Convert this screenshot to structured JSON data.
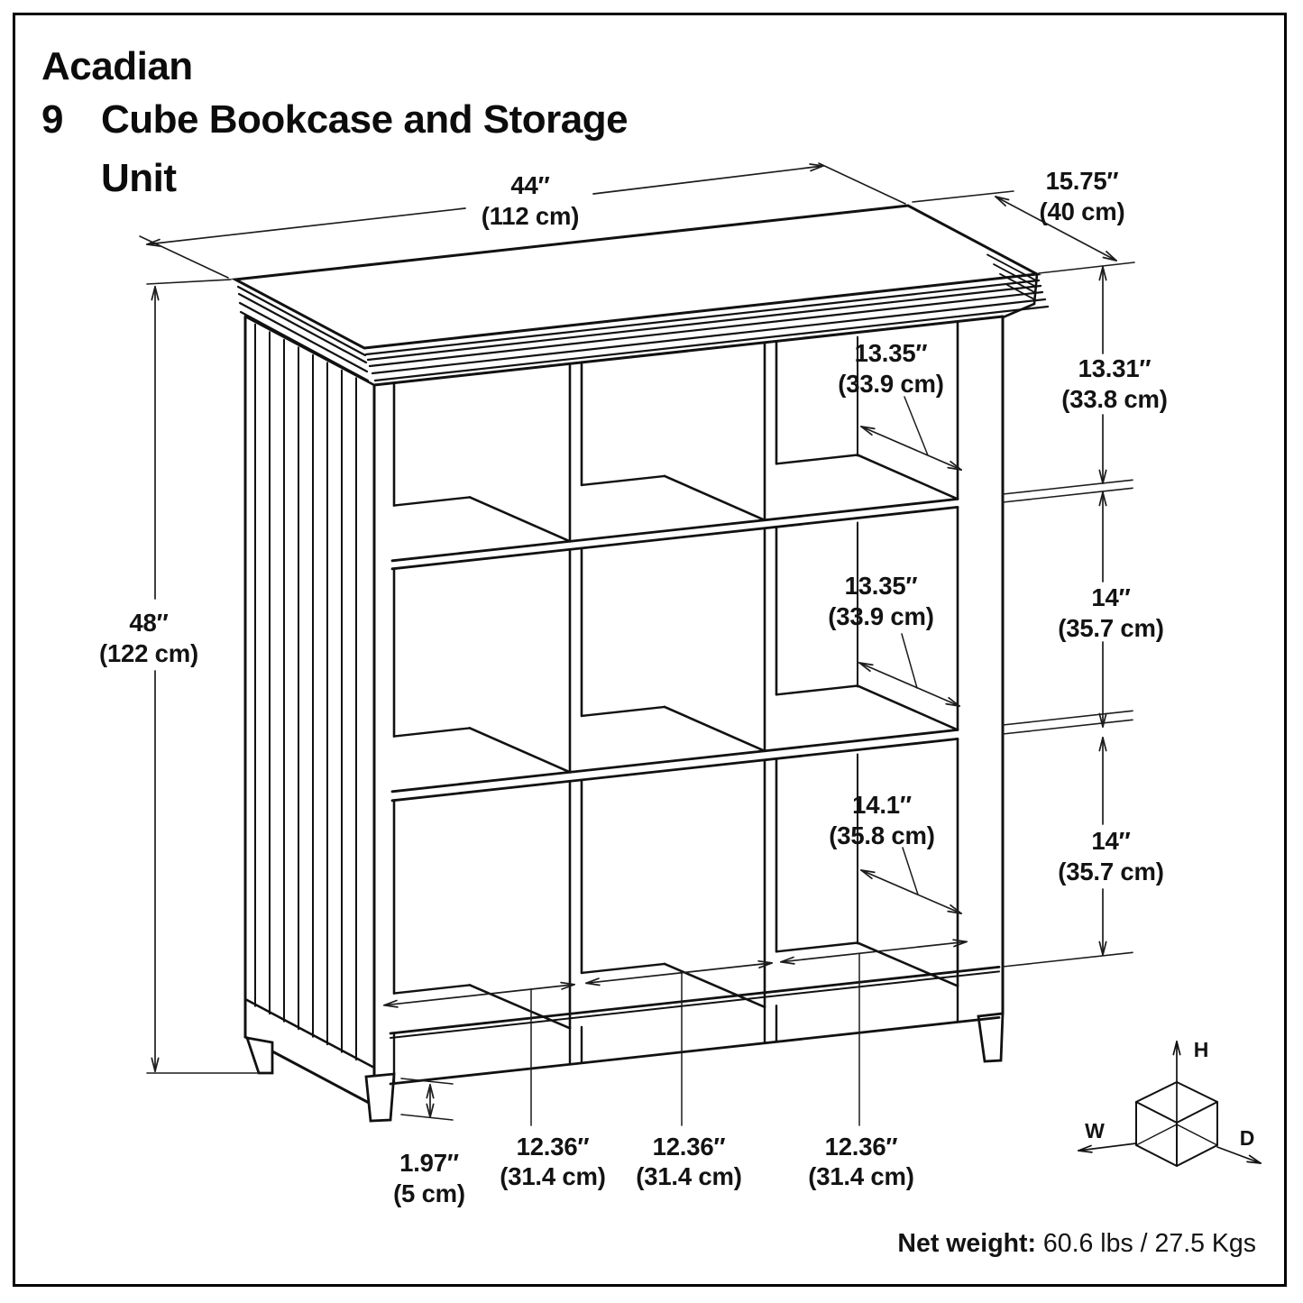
{
  "title": {
    "product_line": "Acadian",
    "cube_count": "9",
    "name_line": "Cube Bookcase and Storage",
    "name_line2": "Unit"
  },
  "dimensions": {
    "overall_width": {
      "inches": "44″",
      "metric": "(112 cm)"
    },
    "overall_depth": {
      "inches": "15.75″",
      "metric": "(40 cm)"
    },
    "overall_height": {
      "inches": "48″",
      "metric": "(122 cm)"
    },
    "top_cube_depth": {
      "inches": "13.35″",
      "metric": "(33.9 cm)"
    },
    "top_cube_height": {
      "inches": "13.31″",
      "metric": "(33.8 cm)"
    },
    "middle_cube_depth": {
      "inches": "13.35″",
      "metric": "(33.9 cm)"
    },
    "middle_cube_height": {
      "inches": "14″",
      "metric": "(35.7 cm)"
    },
    "bottom_cube_depth": {
      "inches": "14.1″",
      "metric": "(35.8 cm)"
    },
    "bottom_cube_height": {
      "inches": "14″",
      "metric": "(35.7 cm)"
    },
    "leg_height": {
      "inches": "1.97″",
      "metric": "(5 cm)"
    },
    "cube_width_1": {
      "inches": "12.36″",
      "metric": "(31.4 cm)"
    },
    "cube_width_2": {
      "inches": "12.36″",
      "metric": "(31.4 cm)"
    },
    "cube_width_3": {
      "inches": "12.36″",
      "metric": "(31.4 cm)"
    }
  },
  "axis_icon": {
    "height_label": "H",
    "width_label": "W",
    "depth_label": "D"
  },
  "footer": {
    "net_weight_label": "Net weight:",
    "net_weight_value": " 60.6 lbs / 27.5 Kgs"
  }
}
